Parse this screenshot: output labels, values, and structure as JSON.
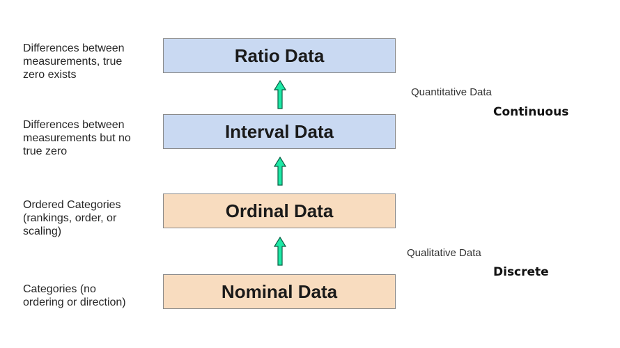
{
  "levels": [
    {
      "label": "Ratio Data",
      "description": [
        "Differences between",
        "measurements, true",
        "zero exists"
      ],
      "fill": "#c9d9f2"
    },
    {
      "label": "Interval Data",
      "description": [
        "Differences between",
        "measurements but no",
        "true zero"
      ],
      "fill": "#c9d9f2"
    },
    {
      "label": "Ordinal Data",
      "description": [
        "Ordered Categories",
        "(rankings, order, or",
        "scaling)"
      ],
      "fill": "#f8dcbf"
    },
    {
      "label": "Nominal Data",
      "description": [
        "Categories (no",
        "ordering or direction)"
      ],
      "fill": "#f8dcbf"
    }
  ],
  "groups": {
    "quantitative": {
      "label": "Quantitative Data",
      "type": "Continuous"
    },
    "qualitative": {
      "label": "Qualitative Data",
      "type": "Discrete"
    }
  },
  "colors": {
    "arrow_fill": "#1de9a6",
    "arrow_stroke": "#0b5e44",
    "box_border": "#8a8a8a"
  },
  "icons": {
    "arrow": "up-arrow-icon"
  }
}
